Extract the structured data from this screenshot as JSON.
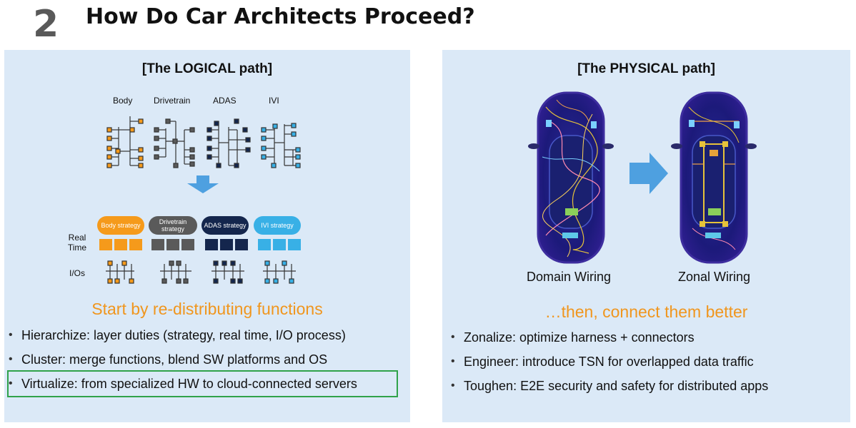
{
  "header": {
    "section_number": "2",
    "title": "How Do Car Architects Proceed?"
  },
  "left_panel": {
    "title": "[The LOGICAL path]",
    "categories": [
      "Body",
      "Drivetrain",
      "ADAS",
      "IVI"
    ],
    "strategies": [
      {
        "label": "Body strategy",
        "color": "#f59a1b"
      },
      {
        "label": "Drivetrain strategy",
        "color": "#5a5a5a"
      },
      {
        "label": "ADAS strategy",
        "color": "#14264d"
      },
      {
        "label": "IVI strategy",
        "color": "#38b0e6"
      }
    ],
    "row_labels": {
      "real_time": "Real Time",
      "ios": "I/Os"
    },
    "subhead": "Start by re-distributing functions",
    "bullets": [
      "Hierarchize: layer duties (strategy, real time, I/O process)",
      "Cluster: merge functions, blend SW platforms and OS",
      "Virtualize: from specialized HW to cloud-connected servers"
    ]
  },
  "right_panel": {
    "title": "[The PHYSICAL path]",
    "car_labels": [
      "Domain Wiring",
      "Zonal Wiring"
    ],
    "subhead": "…then, connect them better",
    "bullets": [
      "Zonalize: optimize harness + connectors",
      "Engineer: introduce TSN for overlapped data traffic",
      "Toughen: E2E security and safety for distributed apps"
    ]
  },
  "colors": {
    "body": "#f59a1b",
    "drivetrain": "#5a5a5a",
    "adas": "#14264d",
    "ivi": "#38b0e6",
    "subhead": "#f0961e",
    "highlight_box": "#2fa24a"
  }
}
